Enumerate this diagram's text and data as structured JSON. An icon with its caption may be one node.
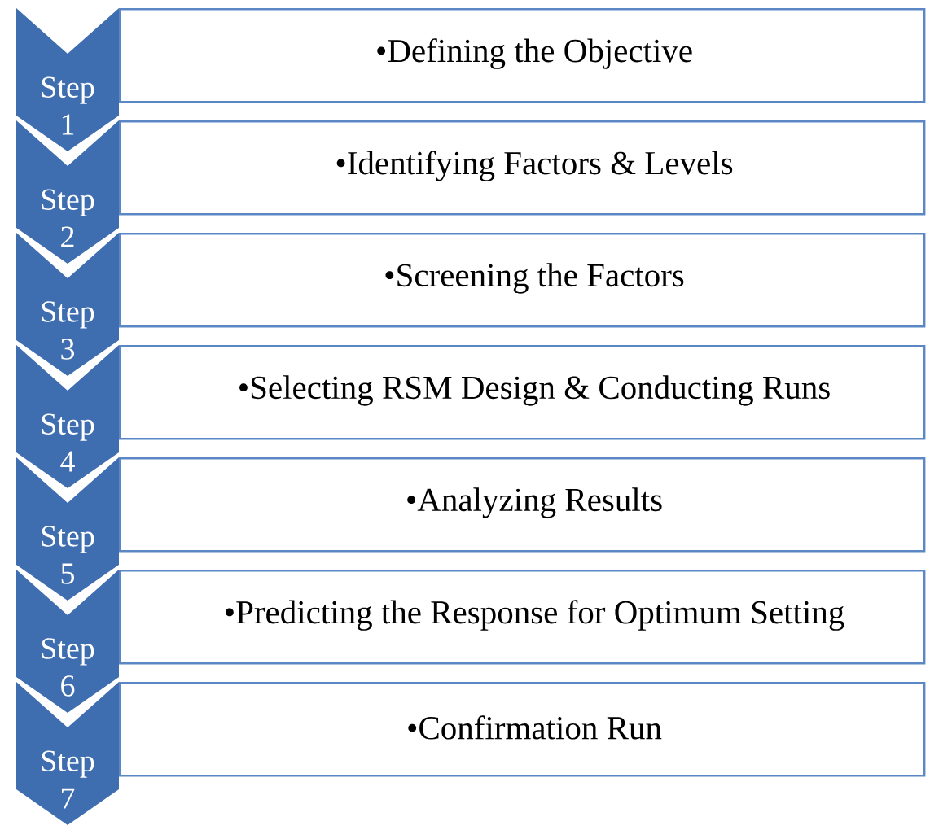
{
  "diagram": {
    "nodes": [
      {
        "text": [
          "Step 1"
        ]
      },
      {
        "text": [
          "•Defining the Objective"
        ]
      },
      {
        "text": [
          "Step 2"
        ]
      },
      {
        "text": [
          "•Identifying Factors & Levels"
        ]
      },
      {
        "text": [
          "Step 3"
        ]
      },
      {
        "text": [
          "•Screening the Factors"
        ]
      },
      {
        "text": [
          "Step 4"
        ]
      },
      {
        "text": [
          "•Selecting RSM Design & Conducting Runs"
        ]
      },
      {
        "text": [
          "Step 5"
        ]
      },
      {
        "text": [
          "•Analyzing Results"
        ]
      },
      {
        "text": [
          "Step 6"
        ]
      },
      {
        "text": [
          "•Predicting the Response for Optimum Setting"
        ]
      },
      {
        "text": [
          "Step 7"
        ]
      },
      {
        "text": [
          "•Confirmation Run"
        ]
      }
    ]
  }
}
